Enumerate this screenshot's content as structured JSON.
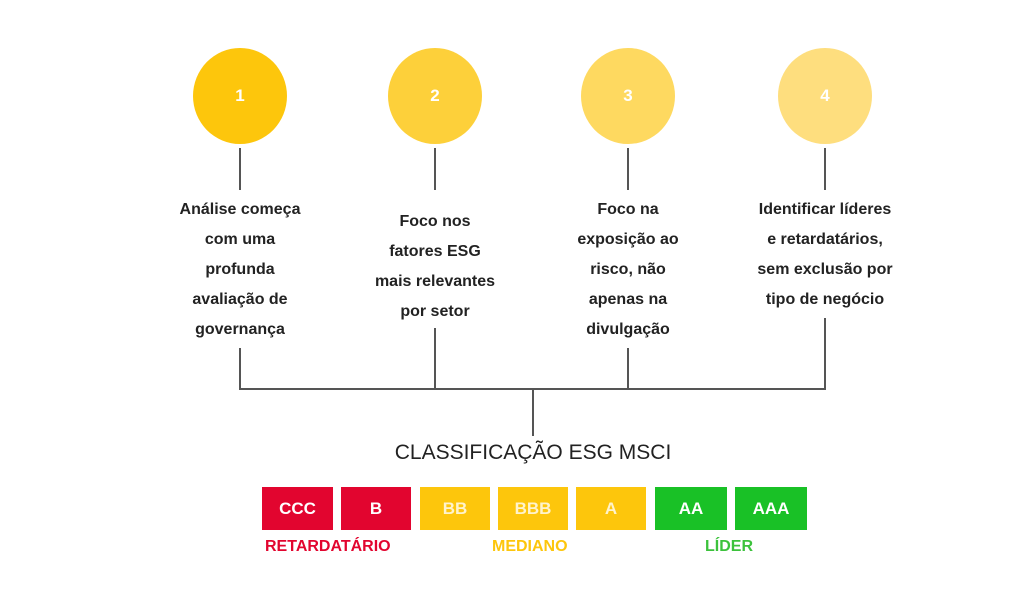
{
  "steps": [
    {
      "number": "1",
      "text": "Análise começa\ncom uma\nprofunda\navaliação de\ngovernança",
      "color": "#fdc60c"
    },
    {
      "number": "2",
      "text": "Foco nos\nfatores ESG\nmais relevantes\npor setor",
      "color": "#fdd03a"
    },
    {
      "number": "3",
      "text": "Foco na\nexposição ao\nrisco, não\napenas na\ndivulgação",
      "color": "#fed960"
    },
    {
      "number": "4",
      "text": "Identificar líderes\ne retardatários,\nsem exclusão por\ntipo de negócio",
      "color": "#fede7e"
    }
  ],
  "title": "CLASSIFICAÇÃO ESG MSCI",
  "ratings": [
    {
      "label": "CCC",
      "color": "#e2052f"
    },
    {
      "label": "B",
      "color": "#e2052f"
    },
    {
      "label": "BB",
      "color": "#fdc60c"
    },
    {
      "label": "BBB",
      "color": "#fdc60c"
    },
    {
      "label": "A",
      "color": "#fdc60c"
    },
    {
      "label": "AA",
      "color": "#19c126"
    },
    {
      "label": "AAA",
      "color": "#19c126"
    }
  ],
  "categories": [
    {
      "label": "RETARDATÁRIO",
      "color": "#e2052f"
    },
    {
      "label": "MEDIANO",
      "color": "#fdc60c"
    },
    {
      "label": "LÍDER",
      "color": "#3cc23c"
    }
  ]
}
